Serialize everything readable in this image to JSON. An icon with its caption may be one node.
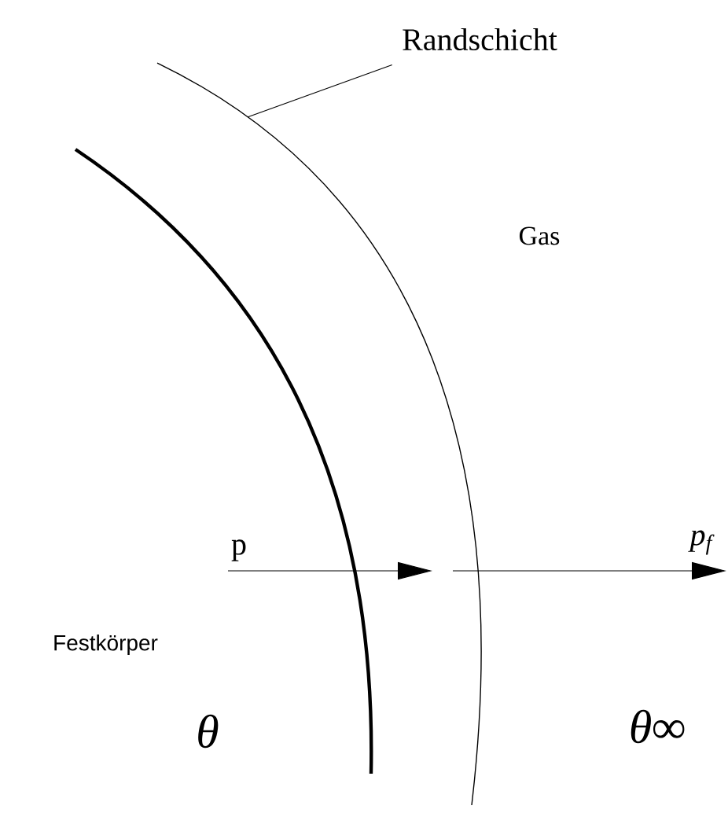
{
  "diagram": {
    "nodes": [
      {
        "text": [
          "Randschicht"
        ]
      },
      {
        "text": [],
        "shape": "band"
      }
    ],
    "edges": [
      {
        "from": 0,
        "to": 1,
        "arrow": "none"
      }
    ],
    "labels": [
      "Gas",
      "p",
      "p$_{f}$",
      "Festkörper",
      "θ",
      "θ∞"
    ]
  }
}
